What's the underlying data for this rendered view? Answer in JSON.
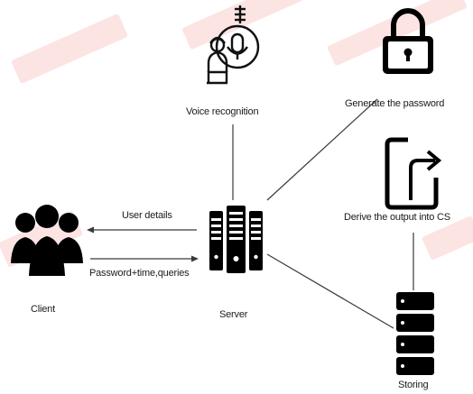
{
  "nodes": {
    "voice": {
      "label": "Voice  recognition",
      "icon": "voice-recognition-icon"
    },
    "generate": {
      "label": "Generate the password",
      "icon": "padlock-icon"
    },
    "derive": {
      "label": "Derive the output into CS",
      "icon": "share-arrow-icon"
    },
    "client": {
      "label": "Client",
      "icon": "users-group-icon"
    },
    "server": {
      "label": "Server",
      "icon": "server-rack-icon"
    },
    "storing": {
      "label": "Storing",
      "icon": "database-icon"
    }
  },
  "edges": {
    "user_details": "User details",
    "password_time_queries": "Password+time,queries"
  },
  "colors": {
    "ink": "#111111",
    "line": "#3a3a3a",
    "watermark": "#e9322a"
  }
}
